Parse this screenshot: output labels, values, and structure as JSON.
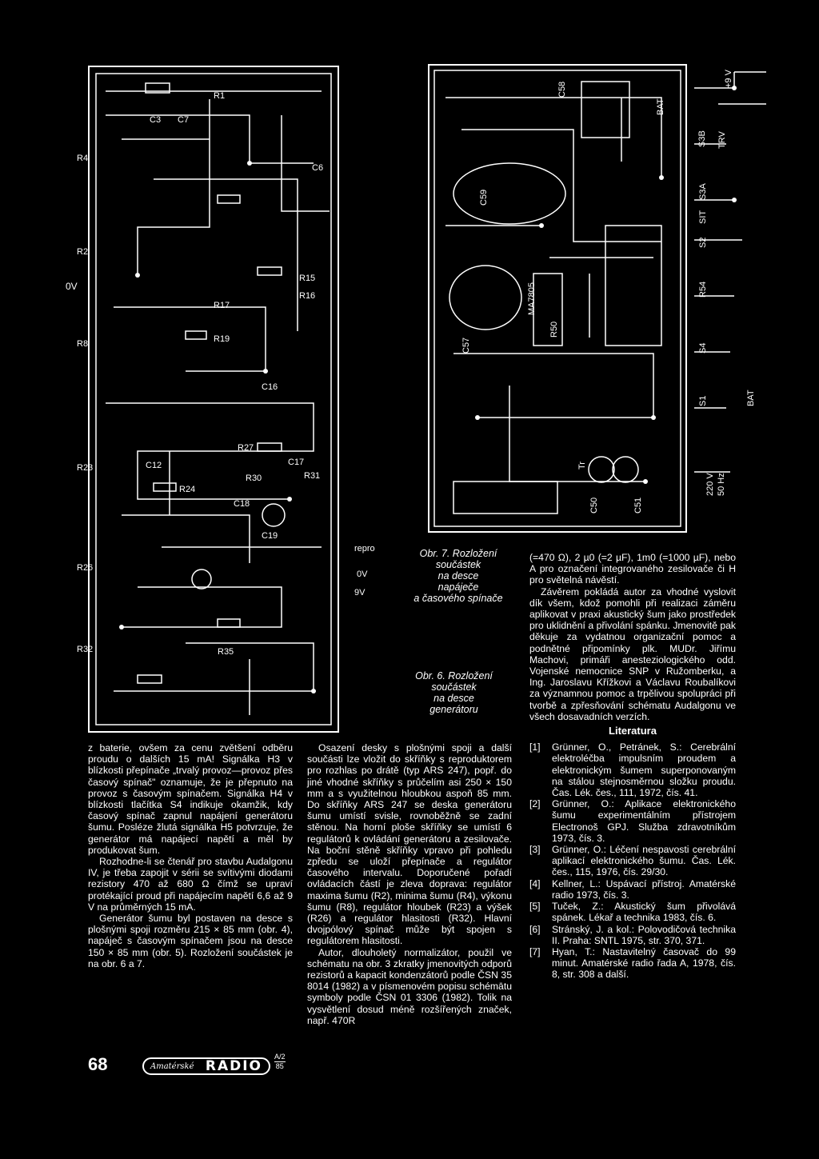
{
  "figure_left": {
    "component_labels": [
      "R1",
      "C3",
      "C7",
      "R4",
      "C6",
      "R2",
      "R8",
      "R15",
      "R16",
      "R17",
      "R19",
      "C16",
      "R23",
      "R24",
      "R27",
      "R31",
      "C18",
      "C19",
      "R26",
      "R32",
      "R35",
      "C17",
      "C12",
      "R30"
    ],
    "terminal_0v": "0V",
    "terminal_repro": "repro",
    "terminal_0v_b": "0V",
    "terminal_9v": "9V"
  },
  "figure_right": {
    "component_labels": [
      "BAT",
      "S3B",
      "TRV",
      "S3A",
      "SIT",
      "S2",
      "S1",
      "S4",
      "R54",
      "BAT",
      "MA7805",
      "C59",
      "C58",
      "C57",
      "C50",
      "C51",
      "R50",
      "Tr"
    ],
    "label_plus9v": "+9 V",
    "label_220v": "220 V",
    "label_50hz": "50 Hz"
  },
  "caption_fig7": {
    "line1": "Obr. 7. Rozložení",
    "line2": "součástek",
    "line3": "na desce",
    "line4": "napáječe",
    "line5": "a časového spínače"
  },
  "caption_fig6": {
    "line1": "Obr. 6. Rozložení",
    "line2": "součástek",
    "line3": "na desce",
    "line4": "generátoru"
  },
  "col1": {
    "p1": "z baterie, ovšem za cenu zvětšení odběru proudu o dalších 15 mA! Signálka H3 v blízkosti přepínače „trvalý provoz—provoz přes časový spínač\" oznamuje, že je přepnuto na provoz s časovým spínačem. Signálka H4 v blízkosti tlačítka S4 indikuje okamžik, kdy časový spínač zapnul napájení generátoru šumu. Posléze žlutá signálka H5 potvrzuje, že generátor má napájecí napětí a měl by produkovat šum.",
    "p2": "Rozhodne-li se čtenář pro stavbu Audalgonu IV, je třeba zapojit v sérii se svítivými diodami rezistory 470 až 680 Ω čímž se upraví protékající proud při napájecím napětí 6,6 až 9 V na průměrných 15 mA.",
    "p3": "Generátor šumu byl postaven na desce s plošnými spoji rozměru 215 × 85 mm (obr. 4), napáječ s časovým spínačem jsou na desce 150 × 85 mm (obr. 5). Rozložení součástek je na obr. 6 a 7."
  },
  "col2": {
    "p1": "Osazení desky s plošnými spoji a další součásti lze vložit do skříňky s reproduktorem pro rozhlas po drátě (typ ARS 247), popř. do jiné vhodné skříňky s průčelím asi 250 × 150 mm a s využitelnou hloubkou aspoň 85 mm. Do skříňky ARS 247 se deska generátoru šumu umístí svisle, rovnoběžně se zadní stěnou. Na horní ploše skříňky se umístí 6 regulátorů k ovládání generátoru a zesilovače. Na boční stěně skříňky vpravo při pohledu zpředu se uloží přepínače a regulátor časového intervalu. Doporučené pořadí ovládacích částí je zleva doprava: regulátor maxima šumu (R2), minima šumu (R4), výkonu šumu (R8), regulátor hloubek (R23) a výšek (R26) a regulátor hlasitosti (R32). Hlavní dvojpólový spínač může být spojen s regulátorem hlasitosti.",
    "p2": "Autor, dlouholetý normalizátor, použil ve schématu na obr. 3 zkratky jmenovitých odporů rezistorů a kapacit kondenzátorů podle ČSN 35 8014 (1982) a v písmenovém popisu schémātu symboly podle ČSN 01 3306 (1982). Tolik na vysvětlení dosud méně rozšířených značek, např. 470R"
  },
  "col3": {
    "p1": "(=470 Ω), 2 µ0 (=2 µF), 1m0 (=1000 µF), nebo A pro označení integrovaného zesilovače či H pro světelná návěstí.",
    "p2": "Závěrem pokládá autor za vhodné vyslovit dík všem, kdož pomohli při realizaci záměru aplikovat v praxi akustický šum jako prostředek pro uklidnění a přivolání spánku. Jmenovitě pak děkuje za vydatnou organizační pomoc a podnětné připomínky plk. MUDr. Jiřímu Machovi, primáři anesteziologického odd. Vojenské nemocnice SNP v Ružomberku, a Ing. Jaroslavu Křížkovi a Václavu Roubalíkovi za významnou pomoc a trpělivou spolupráci při tvorbě a zpřesňování schématu Audalgonu ve všech dosavadních verzích.",
    "lit_title": "Literatura",
    "refs": [
      {
        "num": "[1]",
        "text": "Grünner, O., Petránek, S.: Cerebrální elektroléčba impulsním proudem a elektronickým šumem superponovaným na stálou stejnosměrnou složku proudu. Čas. Lék. čes., 111, 1972, čís. 41."
      },
      {
        "num": "[2]",
        "text": "Grünner, O.: Aplikace elektronického šumu experimentálním přístrojem Electronoš GPJ. Služba zdravotníkům 1973, čís. 3."
      },
      {
        "num": "[3]",
        "text": "Grünner, O.: Léčení nespavosti cerebrální aplikací elektronického šumu. Čas. Lék. čes., 115, 1976, čís. 29/30."
      },
      {
        "num": "[4]",
        "text": "Kellner, L.: Uspávací přístroj. Amatérské radio 1973, čís. 3."
      },
      {
        "num": "[5]",
        "text": "Tuček, Z.: Akustický šum přivolává spánek. Lékař a technika 1983, čís. 6."
      },
      {
        "num": "[6]",
        "text": "Stránský, J. a kol.: Polovodičová technika II. Praha: SNTL 1975, str. 370, 371."
      },
      {
        "num": "[7]",
        "text": "Hyan, T.: Nastavitelný časovač do 99 minut. Amatérské radio řada A, 1978, čís. 8, str. 308 a další."
      }
    ]
  },
  "footer": {
    "page_number": "68",
    "logo_script": "Amatérské",
    "logo_radio": "RADIO",
    "issue": "A/2",
    "year": "85"
  }
}
